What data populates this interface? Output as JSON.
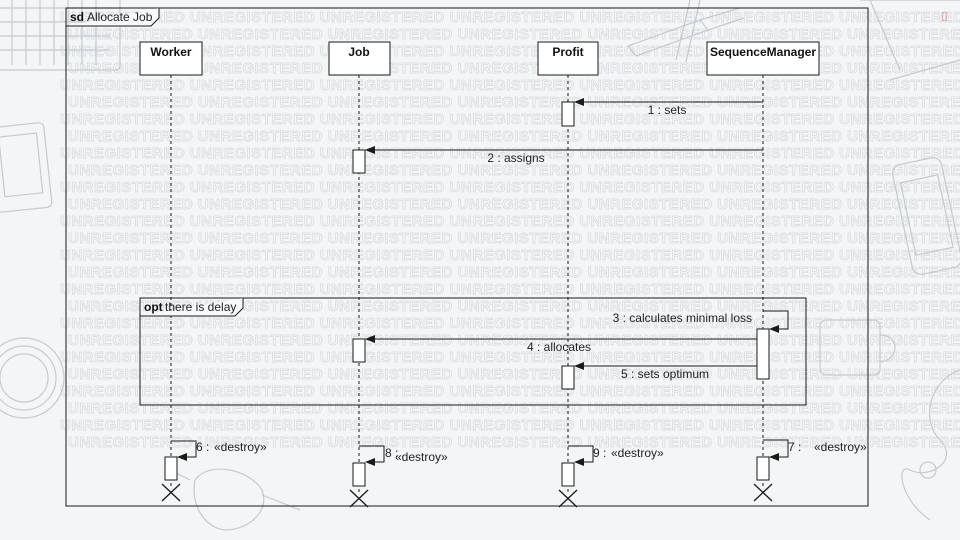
{
  "frame": {
    "keyword": "sd",
    "name": "Allocate Job"
  },
  "watermark_text": "UNREGISTERED",
  "lifelines": [
    {
      "id": "worker",
      "name": "Worker"
    },
    {
      "id": "job",
      "name": "Job"
    },
    {
      "id": "profit",
      "name": "Profit"
    },
    {
      "id": "seq",
      "name": "SequenceManager"
    }
  ],
  "messages": [
    {
      "n": "1 : sets",
      "from": "seq",
      "to": "profit"
    },
    {
      "n": "2 : assigns",
      "from": "seq",
      "to": "job"
    },
    {
      "n": "3 : calculates minimal loss",
      "from": "seq",
      "to": "seq"
    },
    {
      "n": "4 : allocates",
      "from": "seq",
      "to": "job"
    },
    {
      "n": "5 : sets optimum",
      "from": "seq",
      "to": "profit"
    }
  ],
  "fragment": {
    "operator": "opt",
    "guard": "there is delay"
  },
  "destroys": [
    {
      "lifeline": "worker",
      "num": "6 :",
      "stereotype": "«destroy»"
    },
    {
      "lifeline": "job",
      "num": "8 :",
      "stereotype": "«destroy»"
    },
    {
      "lifeline": "profit",
      "num": "9 :",
      "stereotype": "«destroy»"
    },
    {
      "lifeline": "seq",
      "num": "7 :",
      "stereotype": "«destroy»"
    }
  ],
  "colors": {
    "line": "#1a1a1a",
    "background": "#f3f5f6",
    "sketch": "#c4cbd0",
    "watermark": "#d6dadd",
    "corner_mark": "#e06060"
  },
  "corner_mark": "⌷"
}
